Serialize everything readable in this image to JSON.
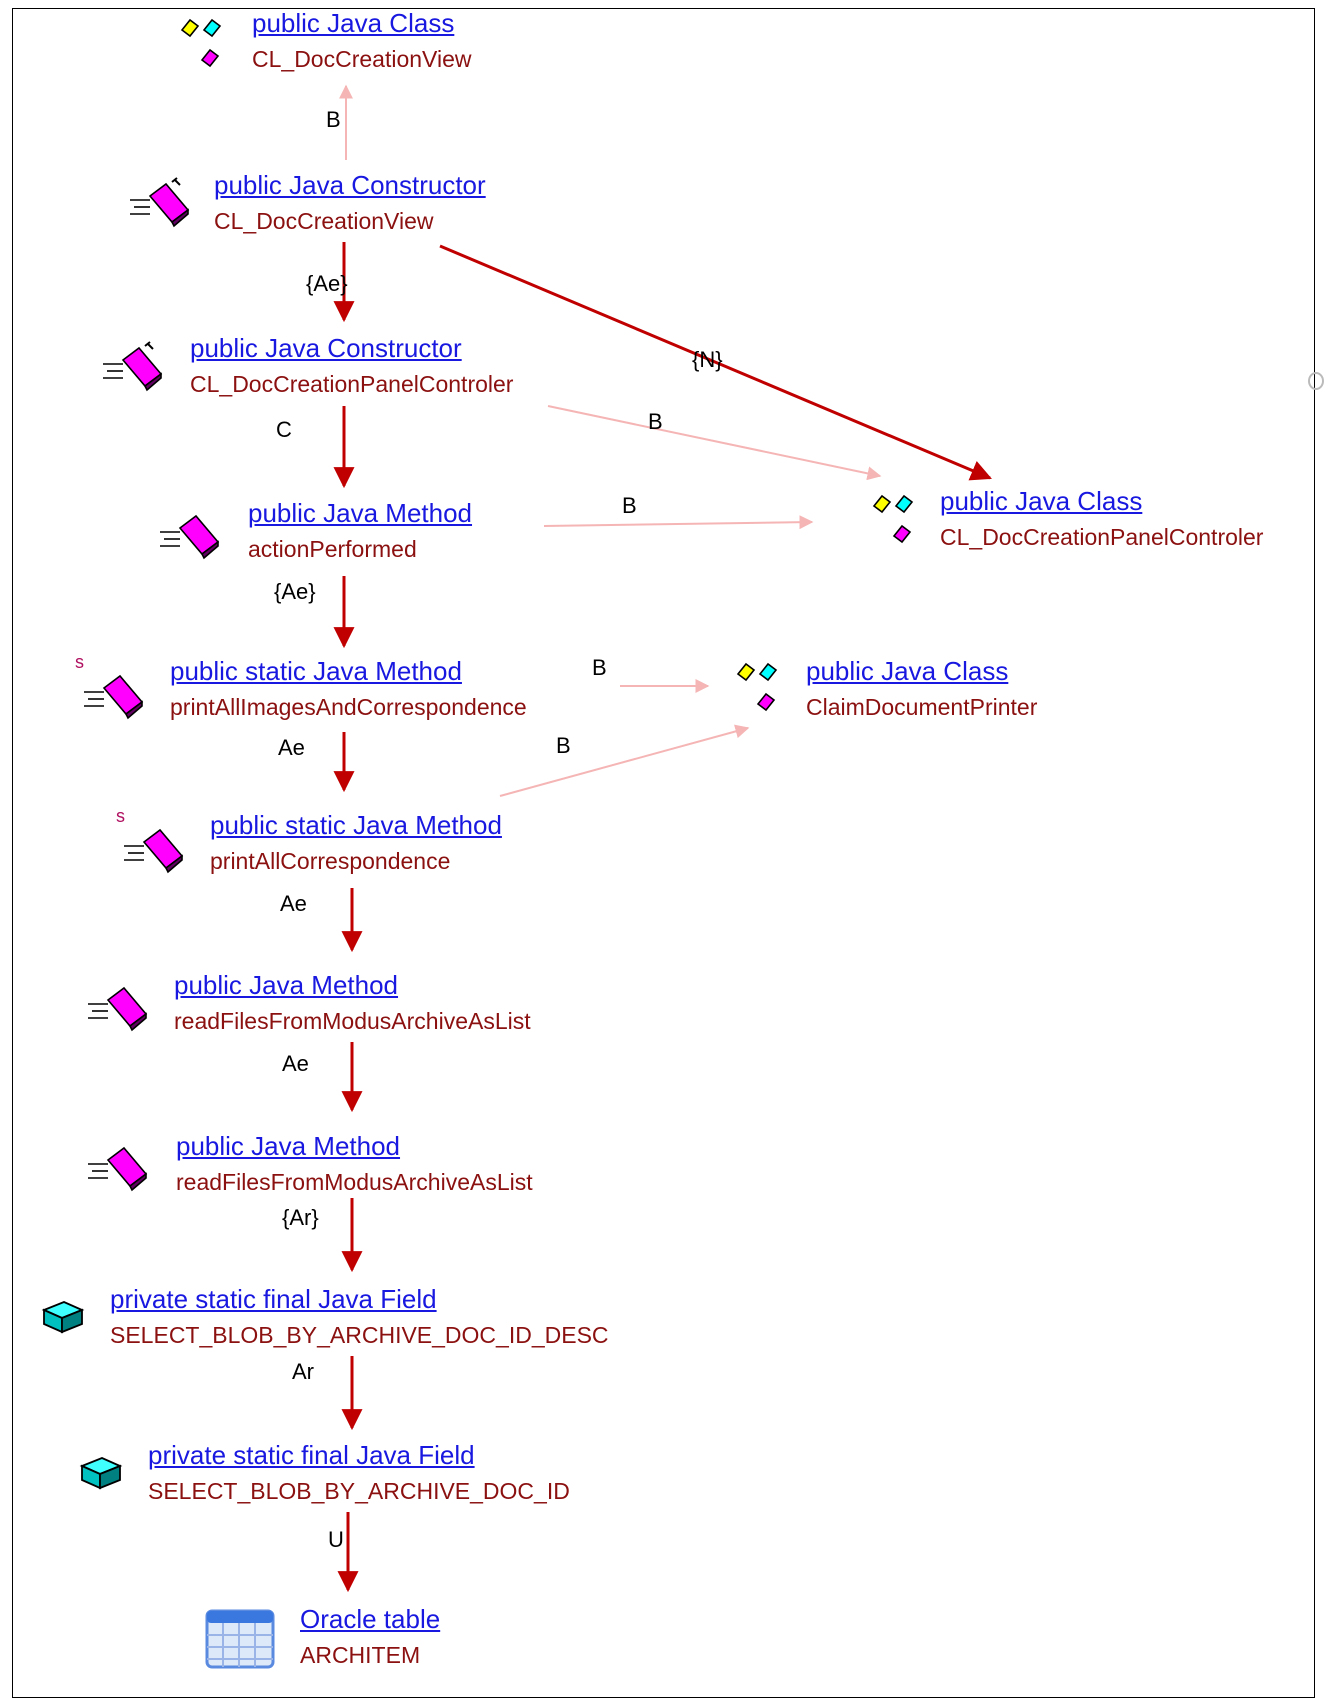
{
  "nodes": [
    {
      "id": "n1",
      "kind": "public Java Class",
      "name": "CL_DocCreationView",
      "icon": "java-class-icon"
    },
    {
      "id": "n2",
      "kind": "public Java Constructor",
      "name": "CL_DocCreationView",
      "icon": "java-constructor-icon"
    },
    {
      "id": "n3",
      "kind": "public Java Constructor",
      "name": "CL_DocCreationPanelControler",
      "icon": "java-constructor-icon"
    },
    {
      "id": "n4",
      "kind": "public Java Method",
      "name": "actionPerformed",
      "icon": "java-method-icon"
    },
    {
      "id": "n5",
      "kind": "public Java Class",
      "name": "CL_DocCreationPanelControler",
      "icon": "java-class-icon"
    },
    {
      "id": "n6",
      "kind": "public static Java Method",
      "name": "printAllImagesAndCorrespondence",
      "icon": "java-static-method-icon",
      "badge": "s"
    },
    {
      "id": "n7",
      "kind": "public Java Class",
      "name": "ClaimDocumentPrinter",
      "icon": "java-class-icon"
    },
    {
      "id": "n8",
      "kind": "public static Java Method",
      "name": "printAllCorrespondence",
      "icon": "java-static-method-icon",
      "badge": "s"
    },
    {
      "id": "n9",
      "kind": "public Java Method",
      "name": "readFilesFromModusArchiveAsList",
      "icon": "java-method-icon"
    },
    {
      "id": "n10",
      "kind": "public Java Method",
      "name": "readFilesFromModusArchiveAsList",
      "icon": "java-method-icon"
    },
    {
      "id": "n11",
      "kind": "private static final Java Field",
      "name": "SELECT_BLOB_BY_ARCHIVE_DOC_ID_DESC",
      "icon": "java-field-icon"
    },
    {
      "id": "n12",
      "kind": "private static final Java Field",
      "name": "SELECT_BLOB_BY_ARCHIVE_DOC_ID",
      "icon": "java-field-icon"
    },
    {
      "id": "n13",
      "kind": "Oracle table",
      "name": "ARCHITEM",
      "icon": "oracle-table-icon"
    }
  ],
  "edges": [
    {
      "from": "n2",
      "to": "n1",
      "label": "B",
      "style": "light"
    },
    {
      "from": "n2",
      "to": "n3",
      "label": "{Ae}",
      "style": "strong"
    },
    {
      "from": "n2",
      "to": "n5",
      "label": "{N}",
      "style": "strong"
    },
    {
      "from": "n3",
      "to": "n4",
      "label": "C",
      "style": "strong"
    },
    {
      "from": "n3",
      "to": "n5",
      "label": "B",
      "style": "light"
    },
    {
      "from": "n4",
      "to": "n5",
      "label": "B",
      "style": "light"
    },
    {
      "from": "n4",
      "to": "n6",
      "label": "{Ae}",
      "style": "strong"
    },
    {
      "from": "n6",
      "to": "n7",
      "label": "B",
      "style": "light"
    },
    {
      "from": "n6",
      "to": "n8",
      "label": "Ae",
      "style": "strong"
    },
    {
      "from": "n8",
      "to": "n7",
      "label": "B",
      "style": "light"
    },
    {
      "from": "n8",
      "to": "n9",
      "label": "Ae",
      "style": "strong"
    },
    {
      "from": "n9",
      "to": "n10",
      "label": "Ae",
      "style": "strong"
    },
    {
      "from": "n10",
      "to": "n11",
      "label": "{Ar}",
      "style": "strong"
    },
    {
      "from": "n11",
      "to": "n12",
      "label": "Ar",
      "style": "strong"
    },
    {
      "from": "n12",
      "to": "n13",
      "label": "U",
      "style": "strong"
    }
  ],
  "colors": {
    "strong_edge": "#c00000",
    "light_edge": "#f5b5b5",
    "link": "#1818e0",
    "name": "#8b1010"
  }
}
